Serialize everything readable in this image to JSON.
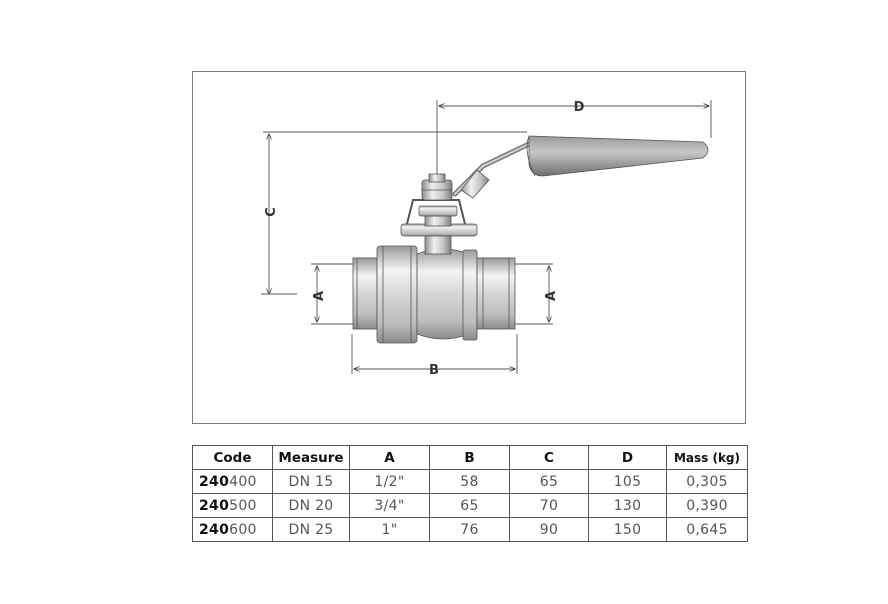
{
  "drawing": {
    "labels": {
      "a_left": "A",
      "a_right": "A",
      "b": "B",
      "c": "C",
      "d": "D"
    }
  },
  "table": {
    "headers": [
      "Code",
      "Measure",
      "A",
      "B",
      "C",
      "D",
      "Mass (kg)"
    ],
    "rows": [
      {
        "code_prefix": "240",
        "code_suffix": "400",
        "measure": "DN 15",
        "a": "1/2\"",
        "b": "58",
        "c": "65",
        "d": "105",
        "mass": "0,305"
      },
      {
        "code_prefix": "240",
        "code_suffix": "500",
        "measure": "DN 20",
        "a": "3/4\"",
        "b": "65",
        "c": "70",
        "d": "130",
        "mass": "0,390"
      },
      {
        "code_prefix": "240",
        "code_suffix": "600",
        "measure": "DN 25",
        "a": "1\"",
        "b": "76",
        "c": "90",
        "d": "150",
        "mass": "0,645"
      }
    ]
  }
}
